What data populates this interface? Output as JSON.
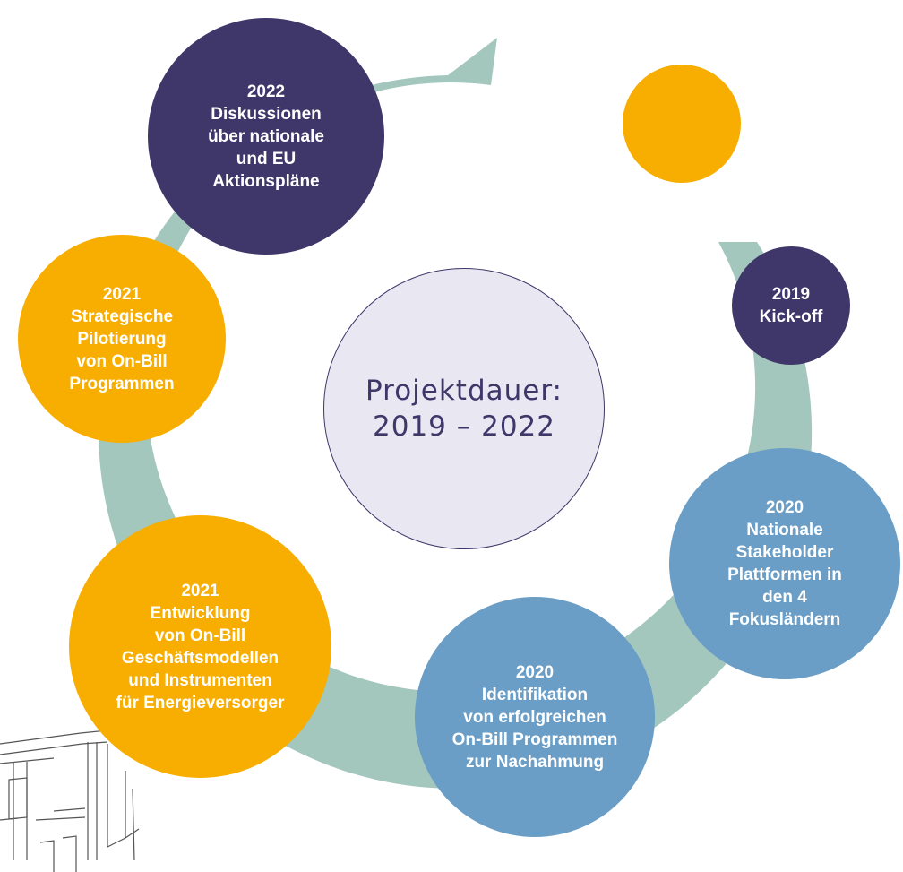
{
  "center": {
    "line1": "Projektdauer:",
    "line2": "2019 – 2022"
  },
  "colors": {
    "track": "#a3c7bd",
    "purple": "#3f3669",
    "orange": "#f7ae00",
    "blue": "#6a9ec6",
    "center_fill": "#e9e7f2"
  },
  "milestones": [
    {
      "year": "2019",
      "label": "Kick-off",
      "color": "#3f3669"
    },
    {
      "year": "2020",
      "label": "Nationale\nStakeholder\nPlattformen in\nden 4\nFokusländern",
      "color": "#6a9ec6"
    },
    {
      "year": "2020",
      "label": "Identifikation\nvon erfolgreichen\nOn-Bill Programmen\nzur Nachahmung",
      "color": "#6a9ec6"
    },
    {
      "year": "2021",
      "label": "Entwicklung\nvon On-Bill\nGeschäftsmodellen\nund Instrumenten\nfür Energieversorger",
      "color": "#f7ae00"
    },
    {
      "year": "2021",
      "label": "Strategische\nPilotierung\nvon On-Bill\nProgrammen",
      "color": "#f7ae00"
    },
    {
      "year": "2022",
      "label": "Diskussionen\nüber nationale\nund EU\nAktionspläne",
      "color": "#3f3669"
    }
  ],
  "start_marker_color": "#f7ae00"
}
